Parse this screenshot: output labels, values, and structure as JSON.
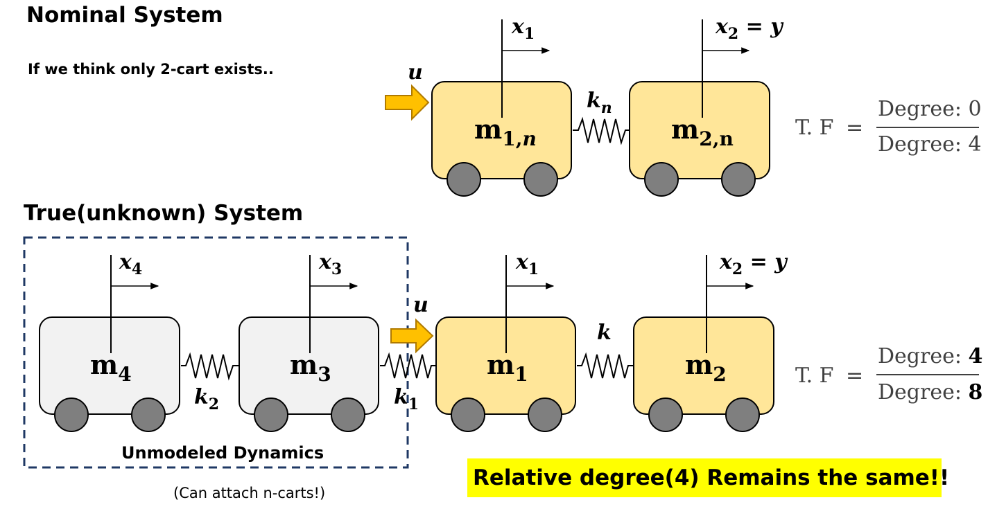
{
  "nominal": {
    "title": "Nominal System",
    "subtitle": "If we think only 2-cart exists..",
    "input": "u",
    "spring": "k",
    "spring_sub": "n",
    "carts": [
      {
        "mass": "m",
        "sub": "1,",
        "sub_italic": "n",
        "pos": "x",
        "pos_sub": "1",
        "pos_suffix": ""
      },
      {
        "mass": "m",
        "sub": "2,n",
        "sub_italic": "",
        "pos": "x",
        "pos_sub": "2",
        "pos_suffix": " = y"
      }
    ],
    "tf": {
      "lhs": "T. F",
      "eq": "=",
      "num_label": "Degree: ",
      "num_value": "0",
      "den_label": "Degree: ",
      "den_value": "4"
    }
  },
  "true_system": {
    "title": "True(unknown) System",
    "input": "u",
    "unmodeled_label": "Unmodeled Dynamics",
    "note": "(Can attach n-carts!)",
    "springs": [
      {
        "label": "k",
        "sub": "2"
      },
      {
        "label": "k",
        "sub": "1"
      },
      {
        "label": "k",
        "sub": ""
      }
    ],
    "carts": [
      {
        "mass": "m",
        "sub": "4",
        "pos": "x",
        "pos_sub": "4",
        "pos_suffix": "",
        "color": "#f2f2f2"
      },
      {
        "mass": "m",
        "sub": "3",
        "pos": "x",
        "pos_sub": "3",
        "pos_suffix": "",
        "color": "#f2f2f2"
      },
      {
        "mass": "m",
        "sub": "1",
        "pos": "x",
        "pos_sub": "1",
        "pos_suffix": "",
        "color": "#ffe699"
      },
      {
        "mass": "m",
        "sub": "2",
        "pos": "x",
        "pos_sub": "2",
        "pos_suffix": " = y",
        "color": "#ffe699"
      }
    ],
    "tf": {
      "lhs": "T. F",
      "eq": "=",
      "num_label": "Degree: ",
      "num_value": "4",
      "den_label": "Degree: ",
      "den_value": "8"
    }
  },
  "conclusion": "Relative degree(4) Remains the same!!",
  "colors": {
    "cart_nominal": "#ffe699",
    "cart_unmodeled": "#f2f2f2",
    "wheel": "#7f7f7f",
    "arrow": "#ffc000",
    "highlight": "#ffff00",
    "dash": "#1f3864",
    "tf_text": "#404040"
  }
}
